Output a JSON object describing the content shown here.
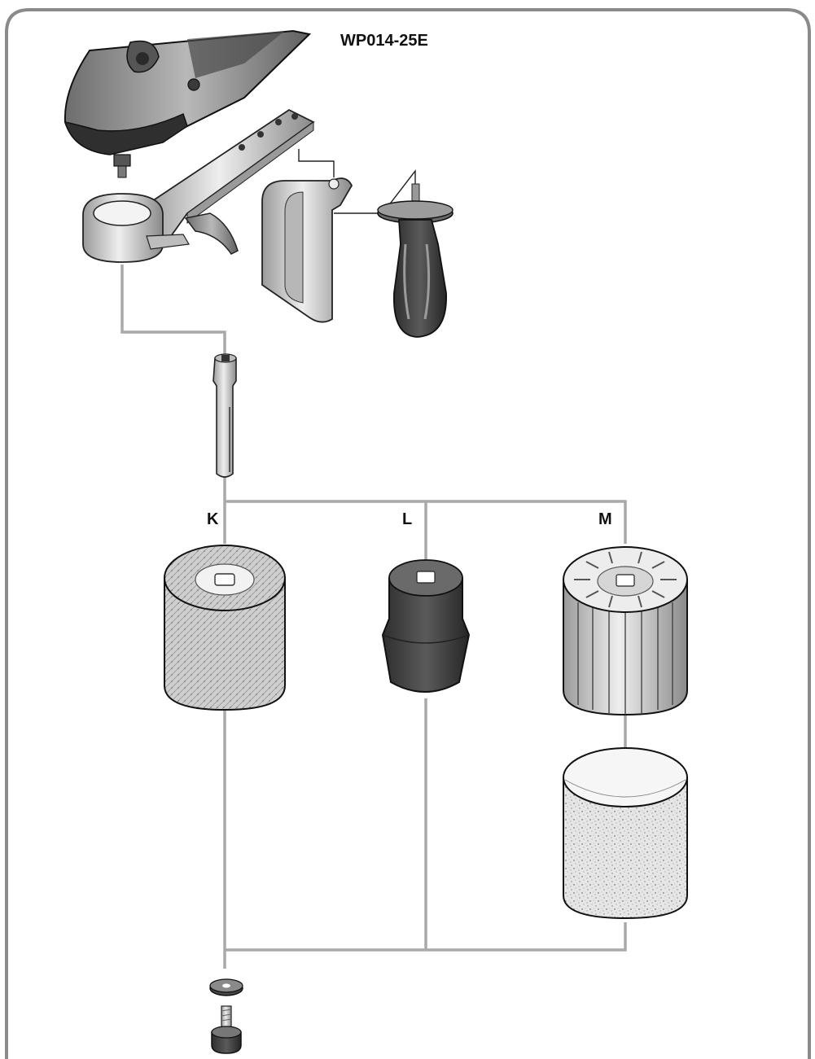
{
  "model": "WP014-25E",
  "variants": {
    "k": "K",
    "l": "L",
    "m": "M"
  },
  "colors": {
    "frame": "#8a8a8a",
    "connector": "#a9a9a9",
    "dark_metal": "#3d3d3d",
    "mid_metal": "#8c8c8c",
    "light_metal": "#d4d4d4",
    "abrasive": "#dcdcdc"
  },
  "icons": [
    "angle-polisher-head-icon",
    "support-bracket-icon",
    "hand-guard-plate-icon",
    "side-handle-icon",
    "expansion-shaft-icon",
    "fleece-roller-icon",
    "rubber-roller-icon",
    "slotted-expansion-roller-icon",
    "abrasive-sleeve-icon",
    "washer-icon",
    "clamping-screw-icon"
  ]
}
